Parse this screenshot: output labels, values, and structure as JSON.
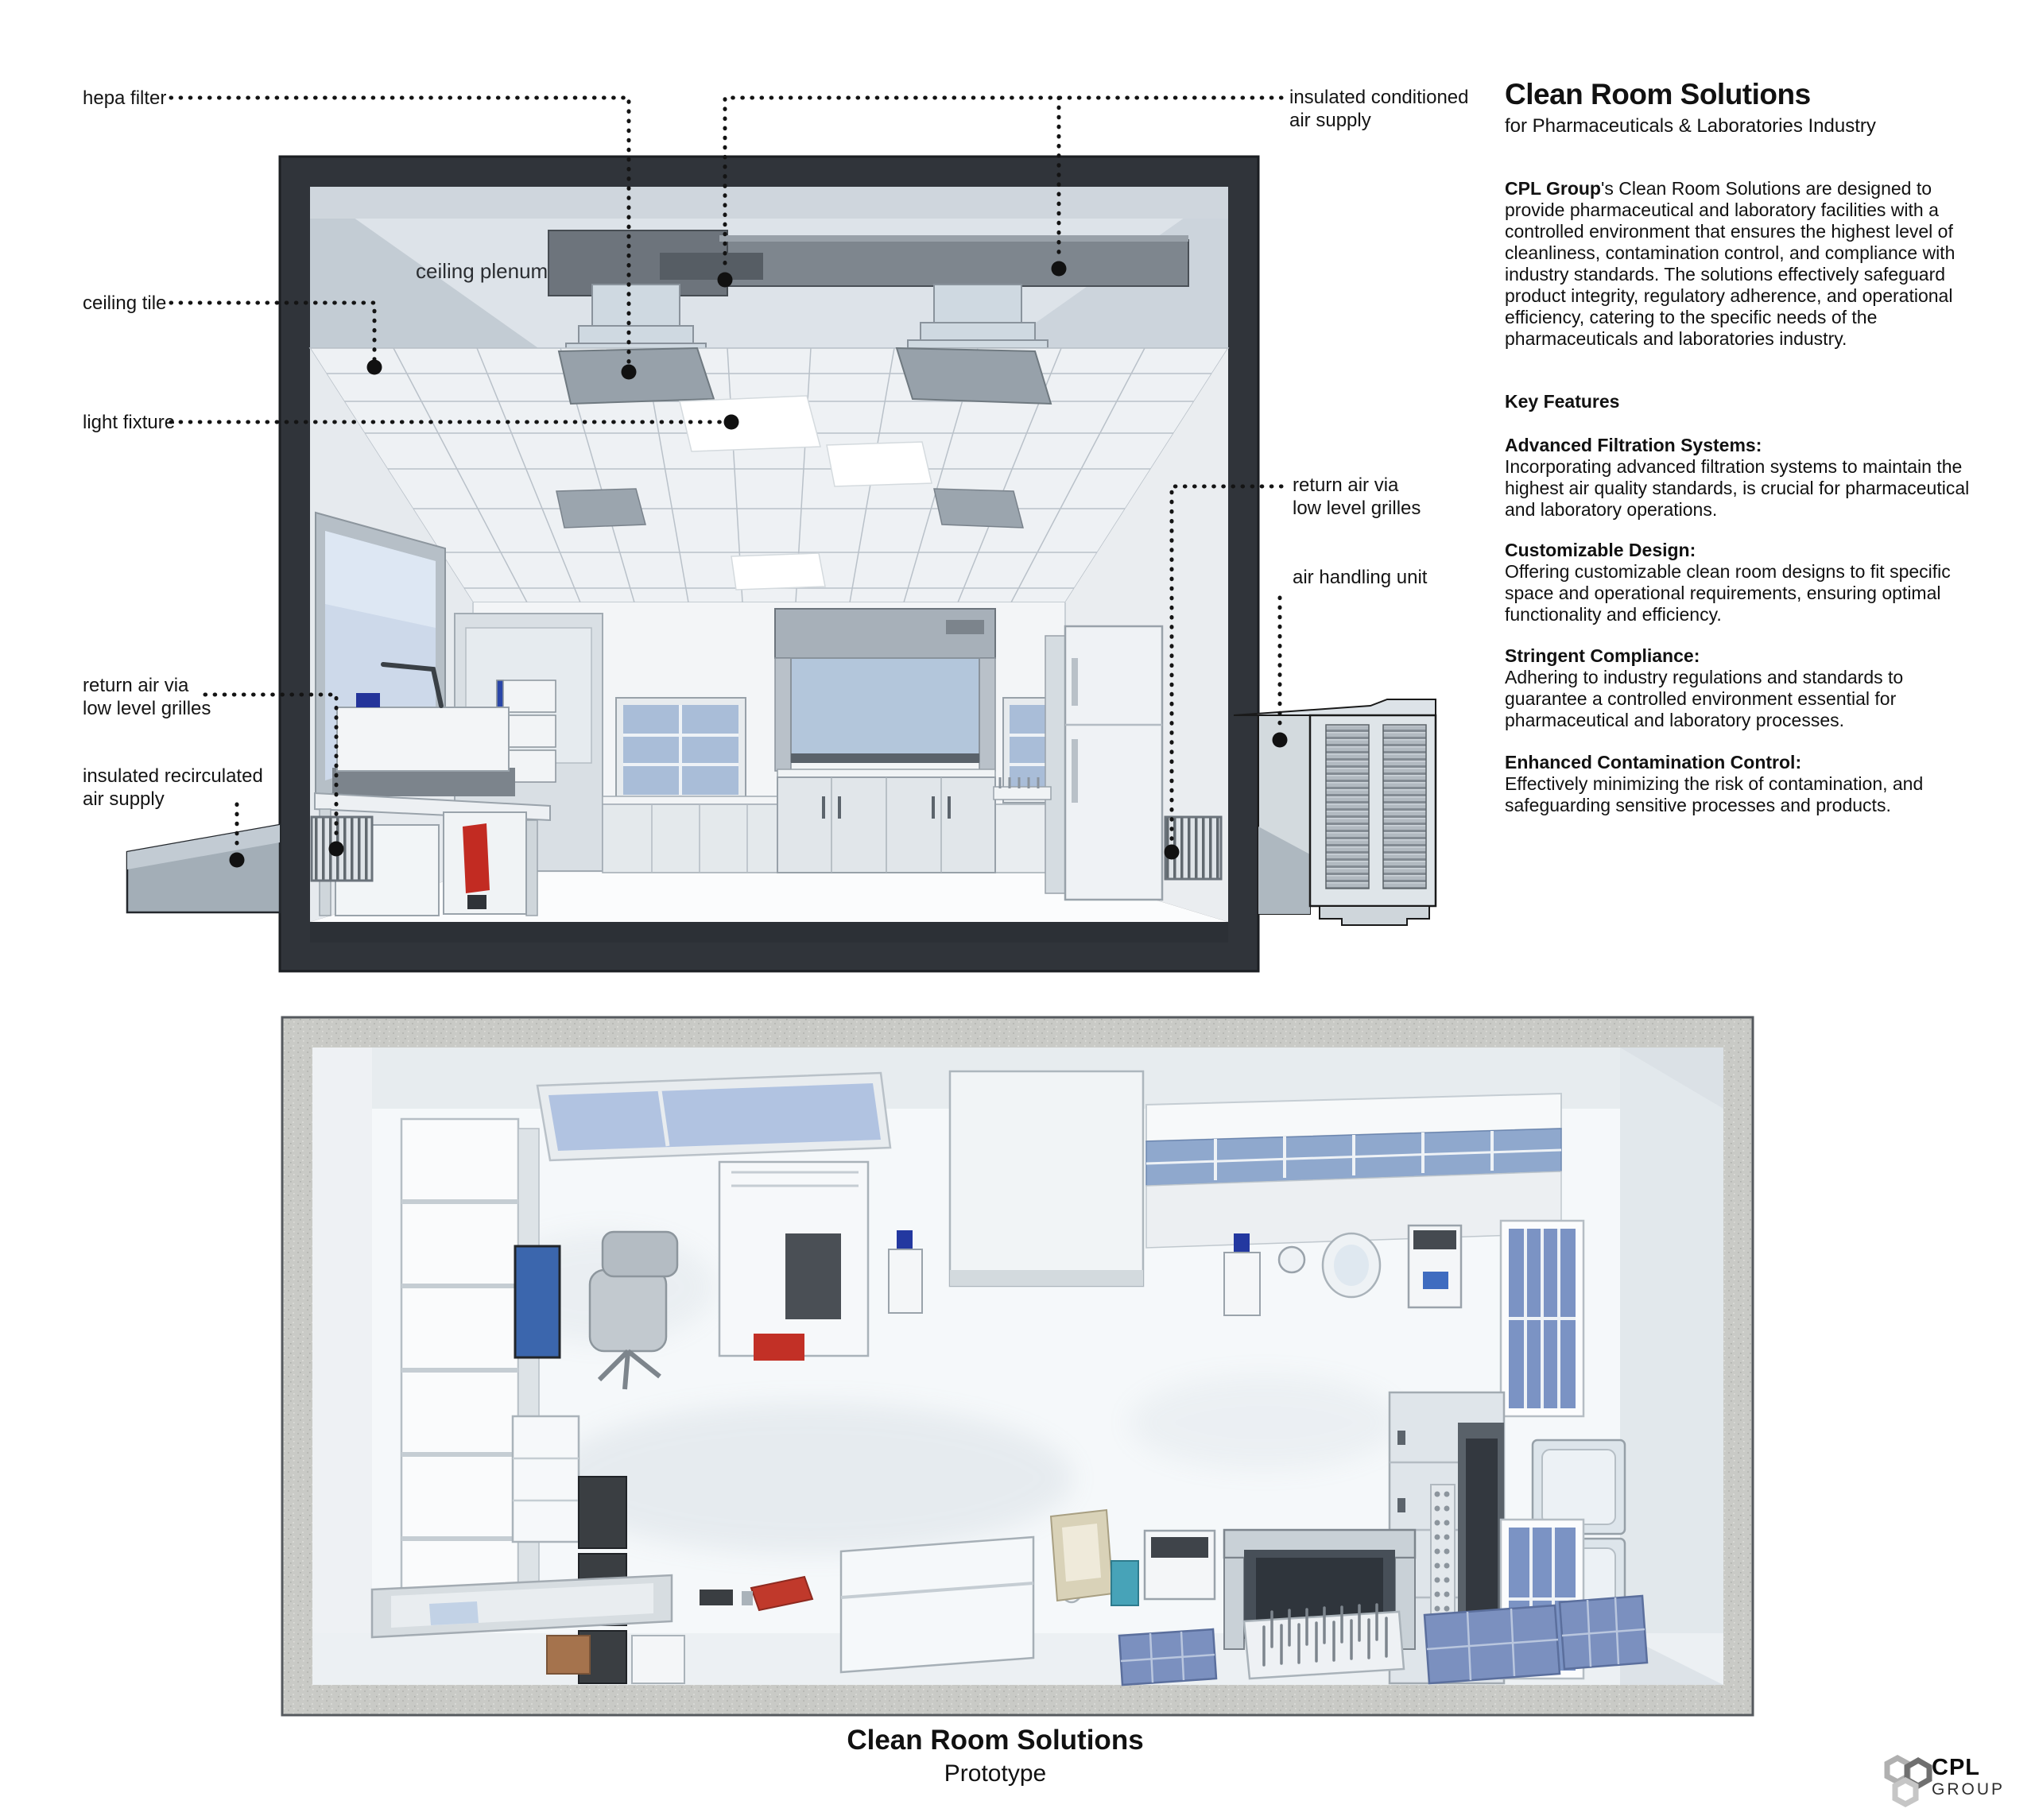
{
  "callouts": {
    "hepa_filter": "hepa filter",
    "ceiling_tile": "ceiling tile",
    "light_fixture": "light fixture",
    "ceiling_plenum": "ceiling plenum",
    "return_air_left_line1": "return air via",
    "return_air_left_line2": "low level grilles",
    "insulated_recirculated_line1": "insulated recirculated",
    "insulated_recirculated_line2": "air supply",
    "insulated_conditioned_line1": "insulated conditioned",
    "insulated_conditioned_line2": "air supply",
    "return_air_right_line1": "return air via",
    "return_air_right_line2": "low level grilles",
    "air_handling_unit": "air handling unit"
  },
  "info_panel": {
    "title": "Clean Room Solutions",
    "subtitle": "for Pharmaceuticals & Laboratories Industry",
    "intro_bold": "CPL Group",
    "intro_rest": "'s Clean Room Solutions are designed to provide pharmaceutical and laboratory facilities with a controlled environment that ensures the highest level of cleanliness, contamination control, and compliance with industry standards. The solutions effectively safeguard product integrity, regulatory adherence, and operational efficiency, catering to the specific needs of the pharmaceuticals and laboratories industry.",
    "features_heading": "Key Features",
    "features": [
      {
        "heading": "Advanced Filtration Systems:",
        "body": "Incorporating advanced filtration systems to maintain the highest air quality standards, is crucial for pharmaceutical and laboratory operations."
      },
      {
        "heading": "Customizable Design:",
        "body": "Offering customizable clean room designs to fit specific space and operational requirements, ensuring optimal functionality and efficiency."
      },
      {
        "heading": "Stringent Compliance:",
        "body": "Adhering to industry regulations and standards to guarantee a controlled environment essential for pharmaceutical and laboratory processes."
      },
      {
        "heading": "Enhanced Contamination Control:",
        "body": "Effectively minimizing the risk of contamination, and safeguarding sensitive processes and products."
      }
    ]
  },
  "caption": {
    "title": "Clean Room Solutions",
    "subtitle": "Prototype"
  },
  "logo": {
    "name": "CPL",
    "suffix": "GROUP"
  },
  "colors": {
    "frame_dark": "#30343a",
    "glass_blue": "#a9bdd8",
    "tray_blue": "#7b90bf",
    "alert_red": "#c0392b",
    "concrete": "#c9cac6"
  }
}
